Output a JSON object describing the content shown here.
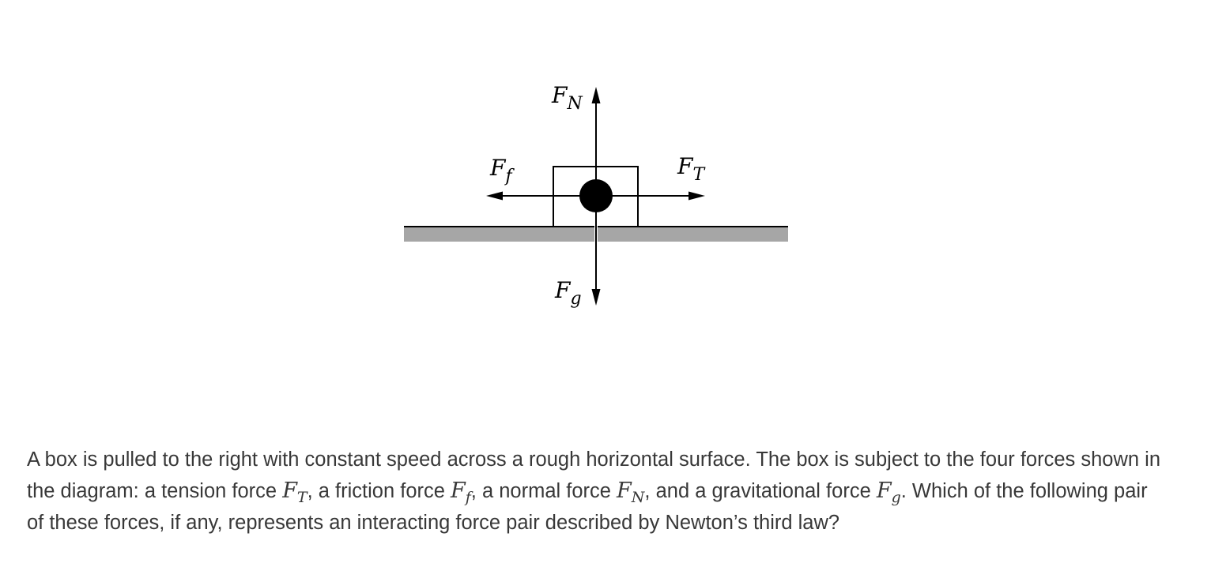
{
  "diagram": {
    "forces": {
      "normal": {
        "symbol": "F",
        "subscript": "N"
      },
      "friction": {
        "symbol": "F",
        "subscript": "f"
      },
      "tension": {
        "symbol": "F",
        "subscript": "T"
      },
      "gravity": {
        "symbol": "F",
        "subscript": "g"
      }
    },
    "colors": {
      "surface": "#a6a6a6",
      "lines": "#000000",
      "text": "#383838"
    }
  },
  "question": {
    "part1": "A box is pulled to the right with constant speed across a rough horizontal surface. The box is subject to the four forces shown in the diagram: a tension force ",
    "tension_symbol": "F",
    "tension_sub": "T",
    "part2": ", a friction force ",
    "friction_symbol": "F",
    "friction_sub": "f",
    "part3": ", a normal force ",
    "normal_symbol": "F",
    "normal_sub": "N",
    "part4": ", and a gravitational force ",
    "gravity_symbol": "F",
    "gravity_sub": "g",
    "part5": ". Which of the following pair of these forces, if any, represents an interacting force pair described by Newton’s third law?"
  }
}
